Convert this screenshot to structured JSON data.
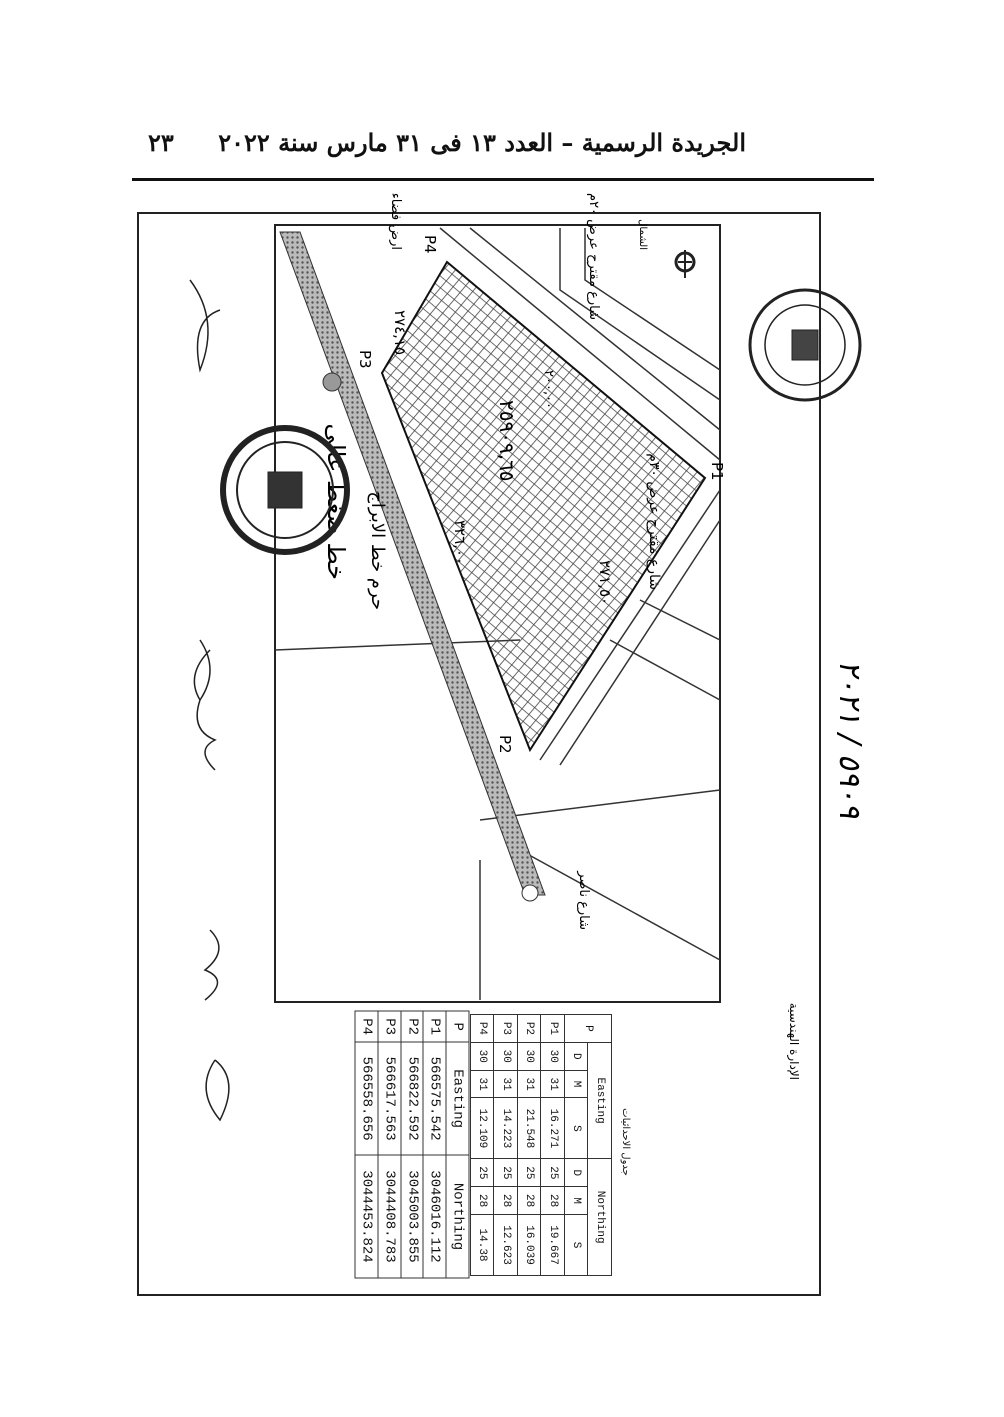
{
  "header": {
    "title": "الجريدة الرسمية – العدد ١٣ فى ٣١ مارس سنة ٢٠٢٢",
    "page_number": "٢٣"
  },
  "map": {
    "points": [
      "P1",
      "P2",
      "P3",
      "P4"
    ],
    "area_label": "٢٥٩٠٩,٦٥",
    "edge_labels": [
      "٢٧٤,١٥",
      "٣٢٦,٠٠",
      "٢٧١,٥٠",
      "٢٠٠,٠٠"
    ],
    "road_top": "شارع مقترح عرض ٢٠م",
    "road_right": "شارع مقترح عرض ٣٠م",
    "power_line_zone": "حرم خط الابراج",
    "power_line": "خط ضغط عالى",
    "vacant_land": "ارض فضاء",
    "north_label": "الشمال",
    "street_bottom": "شارع ناصر"
  },
  "dms_table": {
    "title": "جدول الاحداثيات",
    "headers": [
      "P",
      "Easting",
      "Northing"
    ],
    "subheaders": [
      "D",
      "M",
      "S",
      "D",
      "M",
      "S"
    ],
    "rows": [
      [
        "P1",
        "30",
        "31",
        "16.271",
        "25",
        "28",
        "19.667"
      ],
      [
        "P2",
        "30",
        "31",
        "21.548",
        "25",
        "28",
        "16.039"
      ],
      [
        "P3",
        "30",
        "31",
        "14.223",
        "25",
        "28",
        "12.623"
      ],
      [
        "P4",
        "30",
        "31",
        "12.109",
        "25",
        "28",
        "14.38"
      ]
    ]
  },
  "en_table": {
    "headers": [
      "P",
      "Easting",
      "Northing"
    ],
    "rows": [
      [
        "P1",
        "566575.542",
        "3046016.112"
      ],
      [
        "P2",
        "566822.592",
        "3045003.855"
      ],
      [
        "P3",
        "566617.563",
        "3044408.783"
      ],
      [
        "P4",
        "566558.656",
        "3044453.824"
      ]
    ]
  },
  "footer": {
    "dept": "الإدارة الهندسية",
    "handwritten": "٥٩٠٩ / ٢٠٢١"
  }
}
